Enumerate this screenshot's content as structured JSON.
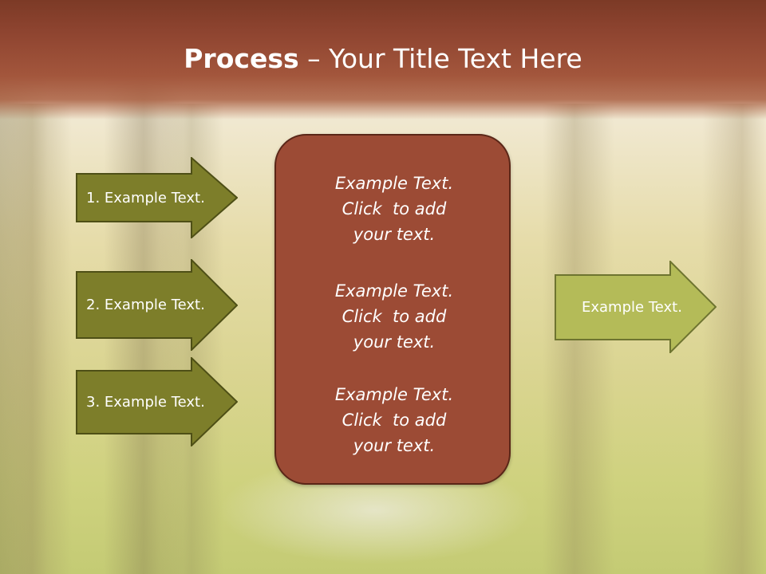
{
  "slide": {
    "title_bold": "Process",
    "title_rest": " – Your Title Text Here"
  },
  "left_arrows": [
    {
      "label": "1. Example Text."
    },
    {
      "label": "2. Example Text."
    },
    {
      "label": "3. Example Text."
    }
  ],
  "center_box": {
    "blocks": [
      {
        "lines": [
          "Example Text.",
          "Click  to add",
          "your text."
        ]
      },
      {
        "lines": [
          "Example Text.",
          "Click  to add",
          "your text."
        ]
      },
      {
        "lines": [
          "Example Text.",
          "Click  to add",
          "your text."
        ]
      }
    ]
  },
  "right_arrow": {
    "label": "Example Text."
  },
  "colors": {
    "header": "#8e4430",
    "center_box_fill": "#9c4b35",
    "left_arrow_fill": "#7d7e2a",
    "right_arrow_fill": "#b4bb58"
  }
}
